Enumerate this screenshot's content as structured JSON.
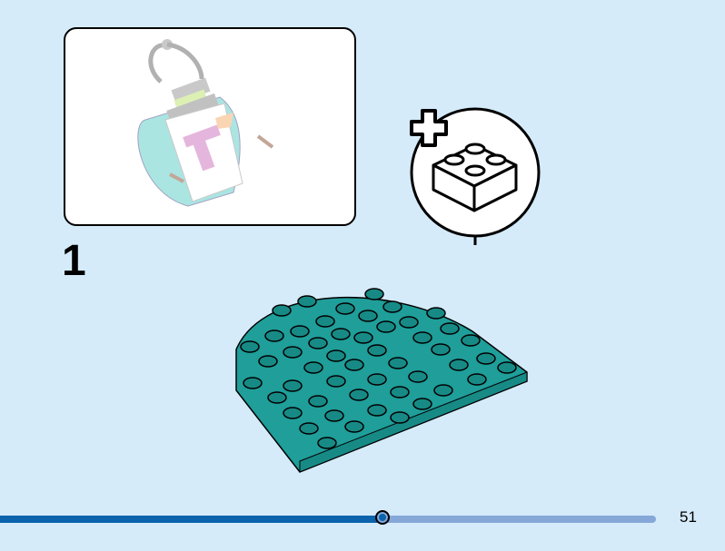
{
  "step": {
    "number": "1"
  },
  "preview": {
    "subject": "snowman-keychain-preview"
  },
  "callout": {
    "icon": "add-brick-icon",
    "plus_symbol": "+"
  },
  "plate": {
    "color": "#1f9e9a",
    "stud_color": "#178a86",
    "shape": "half-round-plate"
  },
  "progress": {
    "percent": 57.7,
    "done_color": "#0b62ad",
    "rest_color": "#86a8d8"
  },
  "page": {
    "number": "51"
  },
  "colors": {
    "background": "#d5ebfa"
  }
}
